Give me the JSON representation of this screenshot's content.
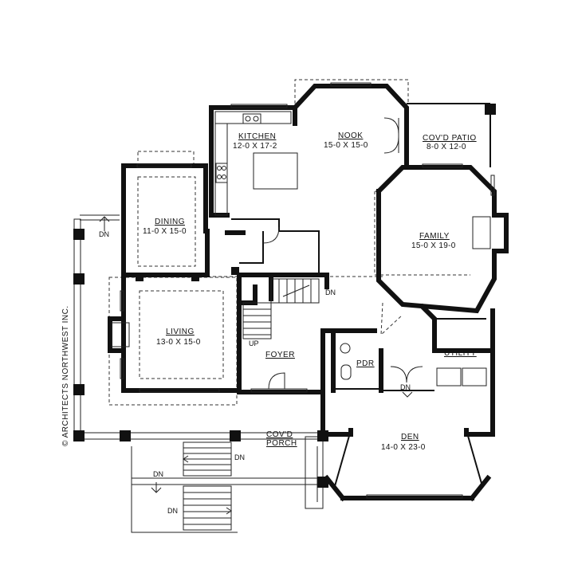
{
  "rooms": {
    "kitchen": {
      "name": "KITCHEN",
      "dims": "12-0 X 17-2"
    },
    "nook": {
      "name": "NOOK",
      "dims": "15-0 X 15-0"
    },
    "patio": {
      "name": "COV'D PATIO",
      "dims": "8-0 X 12-0"
    },
    "dining": {
      "name": "DINING",
      "dims": "11-0 X 15-0"
    },
    "family": {
      "name": "FAMILY",
      "dims": "15-0 X 19-0"
    },
    "living": {
      "name": "LIVING",
      "dims": "13-0 X 15-0"
    },
    "foyer": {
      "name": "FOYER"
    },
    "pdr": {
      "name": "PDR"
    },
    "utility": {
      "name": "UTILITY"
    },
    "den": {
      "name": "DEN",
      "dims": "14-0 X 23-0"
    },
    "porch": {
      "name_line1": "COV'D",
      "name_line2": "PORCH"
    }
  },
  "stair_labels": {
    "up": "UP",
    "dn": "DN"
  },
  "copyright": "© ARCHITECTS NORTHWEST INC."
}
